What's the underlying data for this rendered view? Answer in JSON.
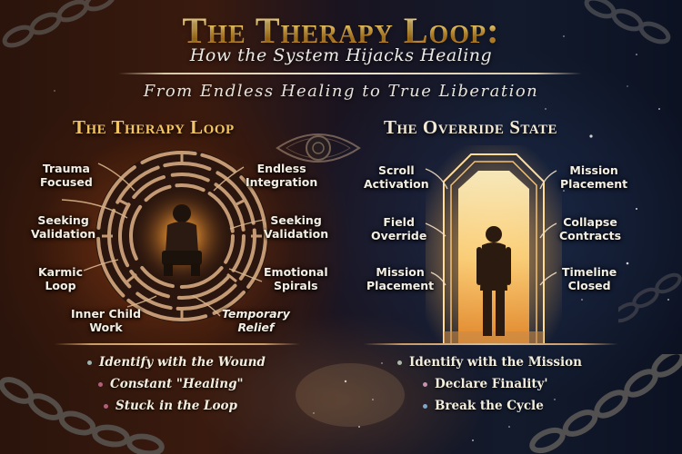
{
  "header": {
    "title": "The Therapy Loop:",
    "subtitle": "How the System Hijacks Healing",
    "tagline": "From Endless Healing to True Liberation"
  },
  "left_panel": {
    "title": "The Therapy Loop",
    "labels": [
      {
        "text_line1": "Trauma",
        "text_line2": "Focused"
      },
      {
        "text_line1": "Endless",
        "text_line2": "Integration"
      },
      {
        "text_line1": "Seeking",
        "text_line2": "Validation"
      },
      {
        "text_line1": "Seeking",
        "text_line2": "Validation"
      },
      {
        "text_line1": "Karmic",
        "text_line2": "Loop"
      },
      {
        "text_line1": "Emotional",
        "text_line2": "Spirals"
      },
      {
        "text_line1": "Inner Child",
        "text_line2": "Work"
      },
      {
        "text_line1": "Temporary",
        "text_line2": "Relief"
      }
    ],
    "bullets": [
      {
        "text": "Identify with the Wound",
        "dot_color": "#9fb3b0"
      },
      {
        "text": "Constant \"Healing\"",
        "dot_color": "#b0607a"
      },
      {
        "text": "Stuck in the Loop",
        "dot_color": "#b0607a"
      }
    ]
  },
  "right_panel": {
    "title": "The Override State",
    "labels": [
      {
        "text_line1": "Scroll",
        "text_line2": "Activation"
      },
      {
        "text_line1": "Mission",
        "text_line2": "Placement"
      },
      {
        "text_line1": "Field",
        "text_line2": "Override"
      },
      {
        "text_line1": "Collapse",
        "text_line2": "Contracts"
      },
      {
        "text_line1": "Mission",
        "text_line2": "Placement"
      },
      {
        "text_line1": "Timeline",
        "text_line2": "Closed"
      }
    ],
    "bullets": [
      {
        "text": "Identify with the Mission",
        "dot_color": "#a9bba4"
      },
      {
        "text": "Declare Finality'",
        "dot_color": "#c890b4"
      },
      {
        "text": "Break the Cycle",
        "dot_color": "#7fa6c8"
      }
    ]
  },
  "colors": {
    "gold": "#f2c462",
    "cream": "#f4efe4",
    "left_bg": "#3a1a0e",
    "right_bg": "#121a2c",
    "portal_glow": "#ffd27a"
  }
}
